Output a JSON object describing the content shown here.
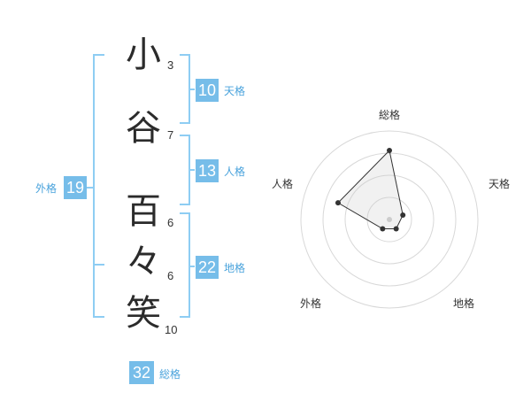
{
  "name_chars": [
    {
      "char": "小",
      "strokes": "3"
    },
    {
      "char": "谷",
      "strokes": "7"
    },
    {
      "char": "百",
      "strokes": "6"
    },
    {
      "char": "々",
      "strokes": "6"
    },
    {
      "char": "笑",
      "strokes": "10"
    }
  ],
  "kaku": {
    "tenkaku": {
      "value": "10",
      "label": "天格"
    },
    "jinkaku": {
      "value": "13",
      "label": "人格"
    },
    "chikaku": {
      "value": "22",
      "label": "地格"
    },
    "gaikaku": {
      "value": "19",
      "label": "外格"
    },
    "soukaku": {
      "value": "32",
      "label": "総格"
    }
  },
  "colors": {
    "accent": "#76bde9",
    "bracket": "#8ecdf3",
    "text": "#2b2b2b"
  },
  "chart_data": {
    "type": "radar",
    "axes": [
      "総格",
      "天格",
      "地格",
      "外格",
      "人格"
    ],
    "values": [
      0.78,
      0.16,
      0.13,
      0.13,
      0.61
    ],
    "rings": 4,
    "ylim": [
      0,
      1
    ]
  }
}
